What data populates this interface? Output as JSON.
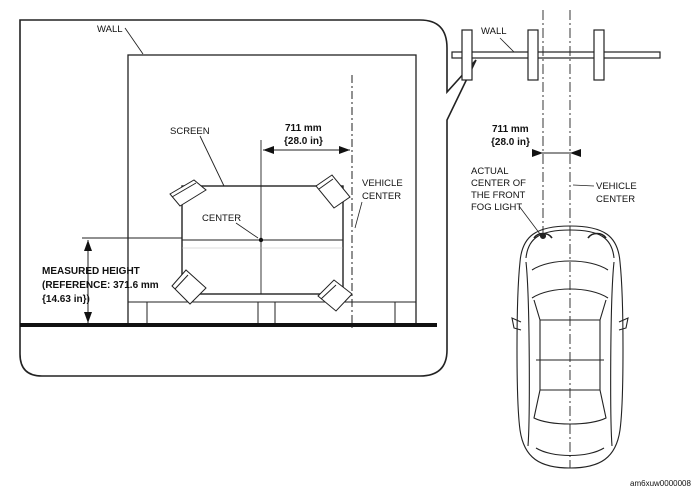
{
  "detail_view": {
    "wall_label": "WALL",
    "screen_label": "SCREEN",
    "center_label": "CENTER",
    "distance_mm": "711 mm",
    "distance_in": "{28.0 in}",
    "vehicle_center_line1": "VEHICLE",
    "vehicle_center_line2": "CENTER",
    "measured_height_line1": "MEASURED HEIGHT",
    "measured_height_line2": "(REFERENCE: 371.6 mm",
    "measured_height_line3": "{14.63 in})"
  },
  "plan_view": {
    "wall_label": "WALL",
    "distance_mm": "711 mm",
    "distance_in": "{28.0 in}",
    "fog_light_line1": "ACTUAL",
    "fog_light_line2": "CENTER OF",
    "fog_light_line3": "THE FRONT",
    "fog_light_line4": "FOG LIGHT",
    "vehicle_center_line1": "VEHICLE",
    "vehicle_center_line2": "CENTER"
  },
  "figure_code": "am6xuw0000008"
}
